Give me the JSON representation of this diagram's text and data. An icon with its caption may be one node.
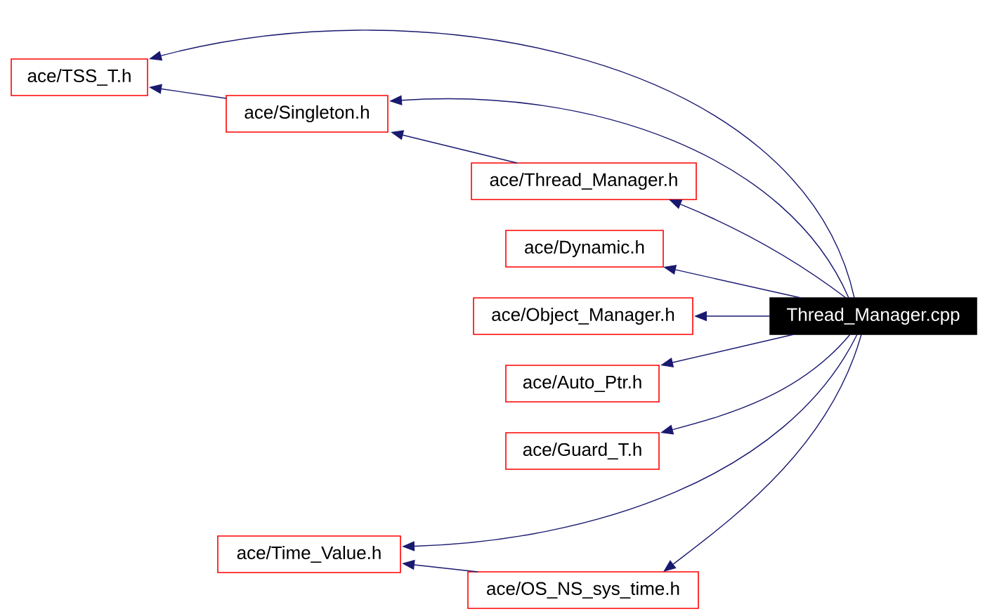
{
  "diagram": {
    "nodes": [
      {
        "text": [
          "ace/TSS_T.h"
        ]
      },
      {
        "text": [
          "ace/Singleton.h"
        ]
      },
      {
        "text": [
          "ace/Thread_Manager.h"
        ]
      },
      {
        "text": [
          "ace/Dynamic.h"
        ]
      },
      {
        "text": [
          "ace/Object_Manager.h"
        ]
      },
      {
        "text": [
          "Thread_Manager.cpp"
        ]
      },
      {
        "text": [
          "ace/Auto_Ptr.h"
        ]
      },
      {
        "text": [
          "ace/Guard_T.h"
        ]
      },
      {
        "text": [
          "ace/Time_Value.h"
        ]
      },
      {
        "text": [
          "ace/OS_NS_sys_time.h"
        ]
      }
    ],
    "edges": [
      {
        "from": 5,
        "to": 0,
        "arrow": "to"
      },
      {
        "from": 5,
        "to": 1,
        "arrow": "to"
      },
      {
        "from": 1,
        "to": 0,
        "arrow": "to"
      },
      {
        "from": 5,
        "to": 2,
        "arrow": "to"
      },
      {
        "from": 2,
        "to": 1,
        "arrow": "to"
      },
      {
        "from": 5,
        "to": 3,
        "arrow": "to"
      },
      {
        "from": 5,
        "to": 4,
        "arrow": "to"
      },
      {
        "from": 5,
        "to": 6,
        "arrow": "to"
      },
      {
        "from": 5,
        "to": 7,
        "arrow": "to"
      },
      {
        "from": 5,
        "to": 8,
        "arrow": "to"
      },
      {
        "from": 5,
        "to": 9,
        "arrow": "to"
      },
      {
        "from": 9,
        "to": 8,
        "arrow": "to"
      }
    ]
  }
}
